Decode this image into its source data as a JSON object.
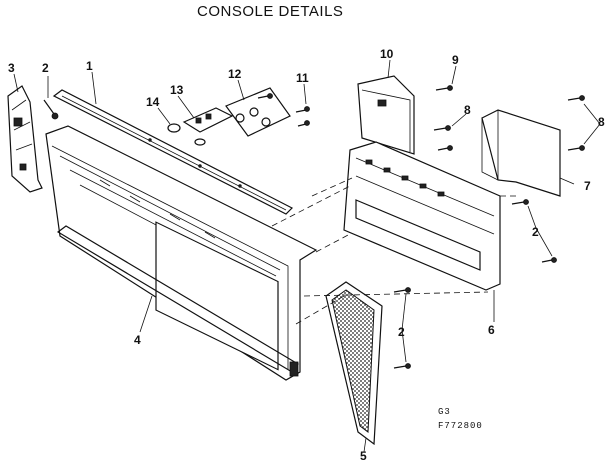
{
  "title": "CONSOLE DETAILS",
  "callouts": {
    "c1": "1",
    "c2a": "2",
    "c2b": "2",
    "c2c": "2",
    "c3": "3",
    "c4": "4",
    "c5": "5",
    "c6": "6",
    "c7": "7",
    "c8a": "8",
    "c8b": "8",
    "c9": "9",
    "c10": "10",
    "c11": "11",
    "c12": "12",
    "c13": "13",
    "c14": "14"
  },
  "codes": {
    "line1": "G3",
    "line2": "F772800"
  }
}
